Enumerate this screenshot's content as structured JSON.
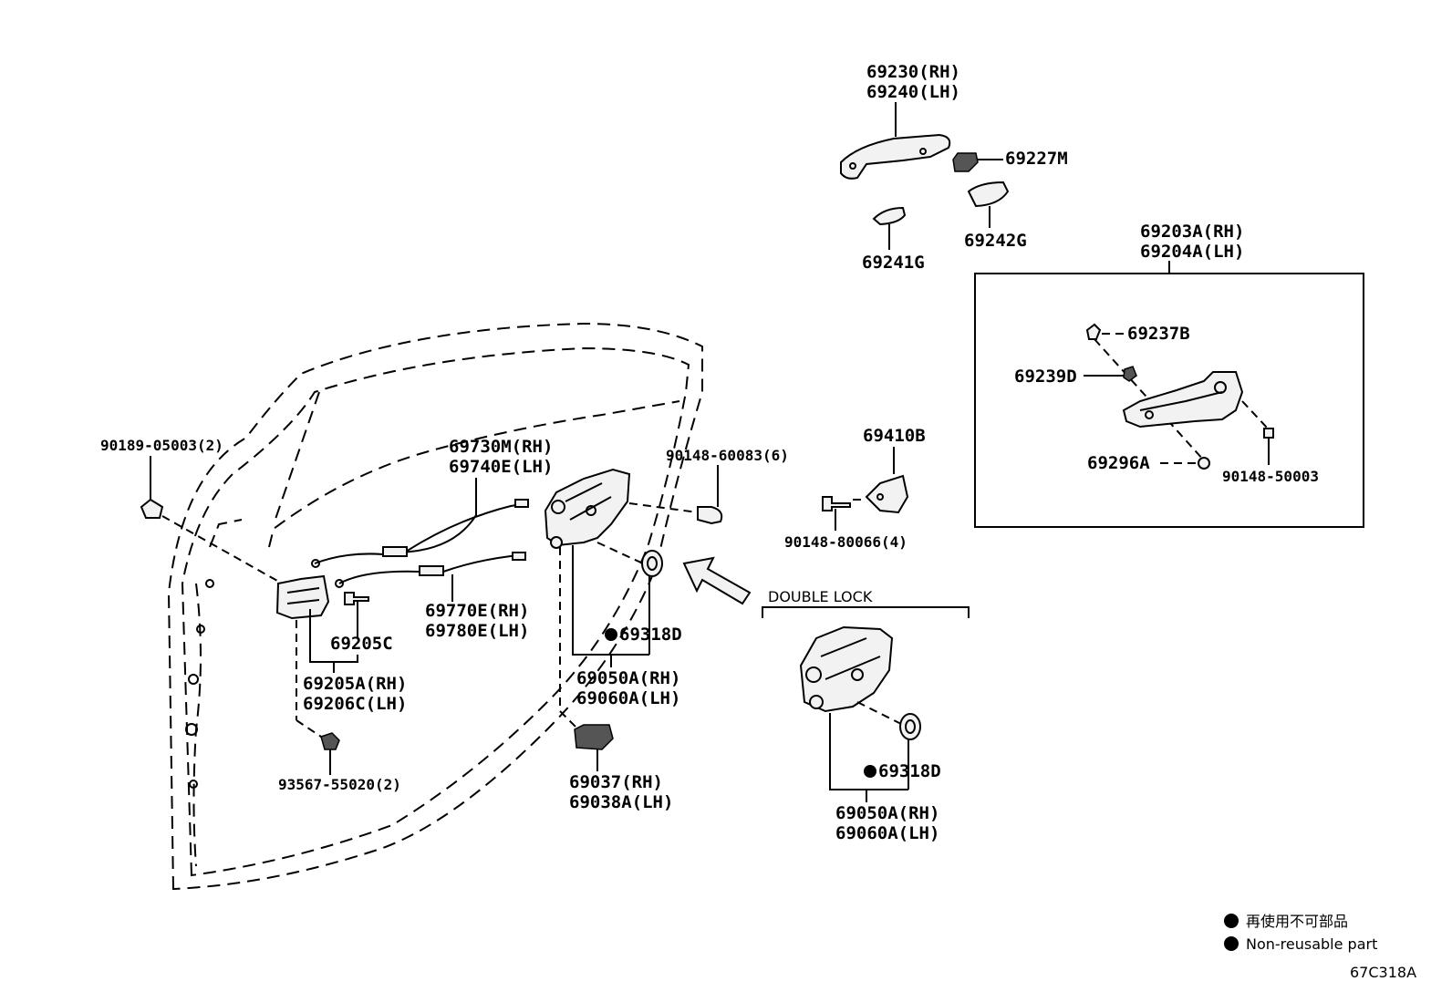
{
  "labels": {
    "handle_rh": "69230(RH)",
    "handle_lh": "69240(LH)",
    "cap": "69227M",
    "pad_front": "69241G",
    "pad_rear": "69242G",
    "frame_rh": "69203A(RH)",
    "frame_lh": "69204A(LH)",
    "p69237B": "69237B",
    "p69239D": "69239D",
    "p69296A": "69296A",
    "bolt_50003": "90148-50003",
    "striker": "69410B",
    "bolt_80066": "90148-80066(4)",
    "clip_05003": "90189-05003(2)",
    "cable1_rh": "69730M(RH)",
    "cable1_lh": "69740E(LH)",
    "bolt_60083": "90148-60083(6)",
    "cable2_rh": "69770E(RH)",
    "cable2_lh": "69780E(LH)",
    "screw_69205C": "69205C",
    "handle_in_rh": "69205A(RH)",
    "handle_in_lh": "69206C(LH)",
    "screw_93567": "93567-55020(2)",
    "seal_1": "69318D",
    "lock_rh_1": "69050A(RH)",
    "lock_lh_1": "69060A(LH)",
    "cover_rh": "69037(RH)",
    "cover_lh": "69038A(LH)",
    "double_lock": "DOUBLE LOCK",
    "seal_2": "69318D",
    "lock_rh_2": "69050A(RH)",
    "lock_lh_2": "69060A(LH)"
  },
  "legend": {
    "jp": "再使用不可部品",
    "en": "Non-reusable part"
  },
  "figure_code": "67C318A"
}
